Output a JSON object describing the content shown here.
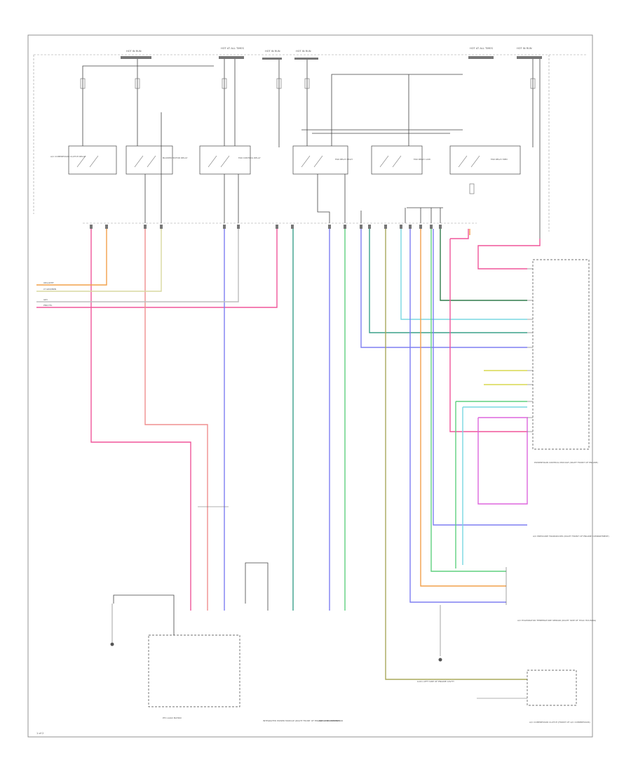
{
  "page_label": "1 of 2",
  "fuses": {
    "hot_run_1": "HOT IN RUN",
    "hot_run_2": "HOT IN RUN",
    "hot_all_1": "HOT AT ALL TIMES",
    "hot_all_2": "HOT AT ALL TIMES",
    "hot_run_3": "HOT IN RUN",
    "hot_run_4": "HOT IN RUN"
  },
  "relays": [
    {
      "label": "A/C COMPRESSOR CLUTCH RELAY"
    },
    {
      "label": "BLOWER MOTOR RELAY"
    },
    {
      "label": "FAN CONTROL RELAY"
    },
    {
      "label": "FAN RELAY HIGH"
    },
    {
      "label": "FAN RELAY LOW"
    },
    {
      "label": "FAN RELAY MED"
    }
  ],
  "modules": {
    "integrated_power_module": "INTEGRATED POWER MODULE (RIGHT FRONT OF ENGINE COMPARTMENT)",
    "ptc_module": "PTC LOAD MATRIX",
    "powertrain_module": "POWERTRAIN CONTROL MODULE (RIGHT FRONT OF ENGINE)",
    "radiator_module": "RADIATOR FAN MOTOR",
    "ac_pressure": "A/C PRESSURE TRANSDUCER (RIGHT FRONT OF ENGINE COMPARTMENT)",
    "evap_temp": "A/C EVAPORATOR TEMPERATURE SENSOR (RIGHT SIDE OF HVAC HOUSING)",
    "ground": "G101 LEFT SIDE OF ENGINE CAVITY",
    "ac_comp": "A/C COMPRESSOR CLUTCH (FRONT OF A/C COMPRESSOR)"
  },
  "wire_colors": {
    "pink": "#f0559a",
    "orange": "#f2a04a",
    "salmon": "#ef8f8f",
    "blue": "#7e7ef2",
    "teal": "#3aa08a",
    "green": "#5fd07f",
    "cyan": "#78d7e2",
    "yellow": "#d8d84e",
    "dark_green": "#2f7a4a",
    "olive": "#a8a85a",
    "gray": "#bdbdbd",
    "magenta": "#dd66dd"
  },
  "legend": {
    "left_wires": [
      "ORG/WHT",
      "LT GRN/BRN",
      "GRY",
      "PNK/YEL"
    ]
  }
}
